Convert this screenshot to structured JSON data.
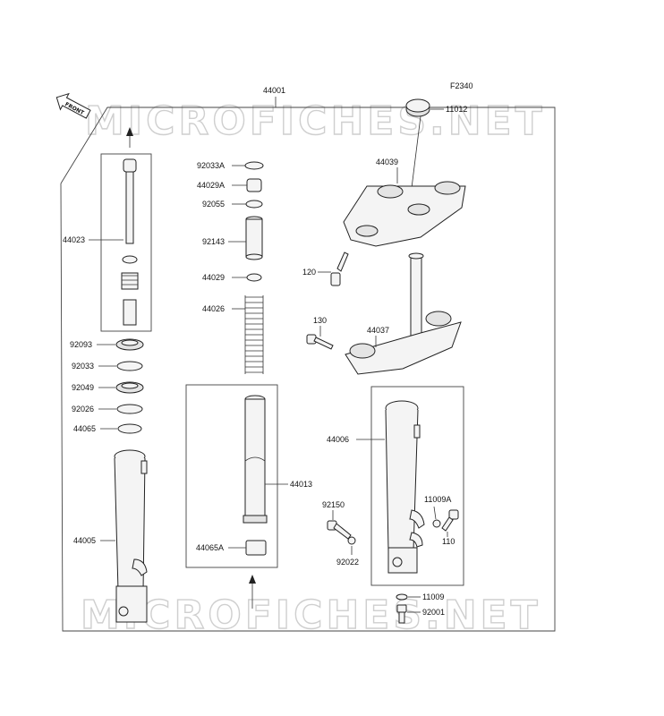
{
  "figure_code": "F2340",
  "front_badge": "FRONT",
  "watermark": "MICROFICHES.NET",
  "colors": {
    "line": "#222222",
    "watermark": "#cfcfcf",
    "background": "#ffffff"
  },
  "parts": {
    "p44001": "44001",
    "p11012": "11012",
    "p44039": "44039",
    "p120": "120",
    "p130": "130",
    "p44037": "44037",
    "p44023": "44023",
    "p92033A": "92033A",
    "p44029A": "44029A",
    "p92055": "92055",
    "p92143": "92143",
    "p44029": "44029",
    "p44026": "44026",
    "p92093": "92093",
    "p92033": "92033",
    "p92049": "92049",
    "p92026": "92026",
    "p44065": "44065",
    "p44005": "44005",
    "p44013": "44013",
    "p44065A": "44065A",
    "p44006": "44006",
    "p92150": "92150",
    "p92022": "92022",
    "p11009A": "11009A",
    "p110": "110",
    "p11009": "11009",
    "p92001": "92001"
  }
}
